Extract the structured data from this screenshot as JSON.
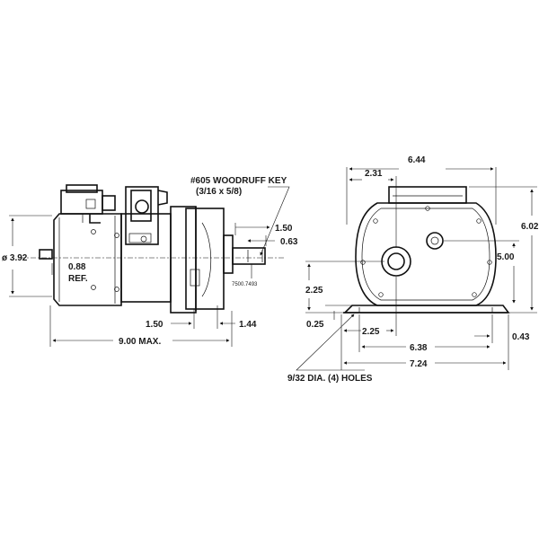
{
  "side_view": {
    "woodruff_key": "#605 WOODRUFF KEY",
    "key_size": "(3/16 x 5/8)",
    "shaft_dia_code": "7500.7493",
    "dim_1_50_top": "1.50",
    "dim_0_63": "0.63",
    "dim_3_92": "ø 3.92",
    "dim_0_88": "0.88",
    "ref": "REF.",
    "dim_1_50_bottom": "1.50",
    "dim_1_44": "1.44",
    "dim_9_00": "9.00 MAX."
  },
  "front_view": {
    "dim_6_44": "6.44",
    "dim_2_31": "2.31",
    "dim_5_00": "5.00",
    "dim_6_02": "6.02",
    "dim_2_25_v": "2.25",
    "dim_0_25": "0.25",
    "dim_2_25_h": "2.25",
    "dim_0_43": "0.43",
    "dim_6_38": "6.38",
    "dim_7_24": "7.24",
    "holes": "9/32 DIA. (4) HOLES"
  }
}
